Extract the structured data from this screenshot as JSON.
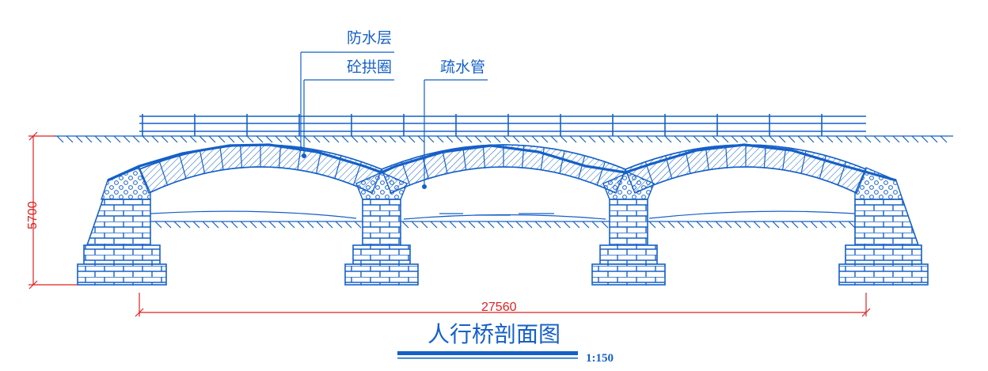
{
  "callouts": {
    "waterproof": "防水层",
    "arch_ring": "砼拱圈",
    "drain_pipe": "疏水管"
  },
  "dimensions": {
    "height": "5700",
    "span": "27560"
  },
  "title": "人行桥剖面图",
  "scale": "1:150",
  "colors": {
    "line": "#1560c8",
    "dimension": "#e02020"
  }
}
